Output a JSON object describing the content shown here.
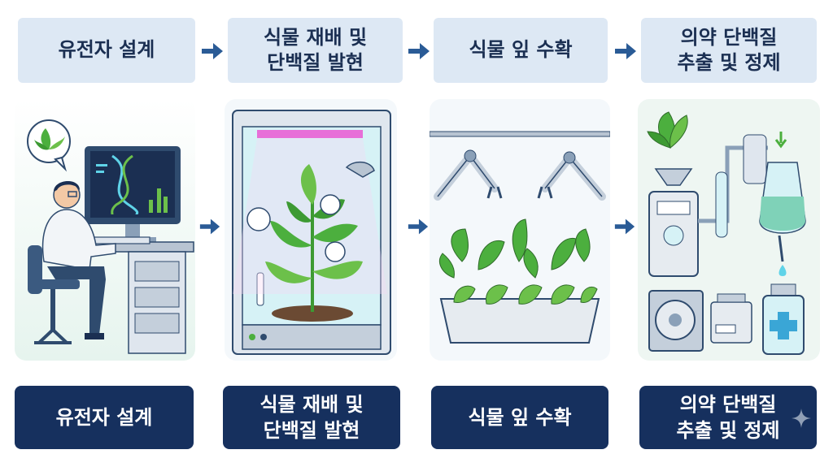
{
  "steps": [
    {
      "title": "유전자 설계",
      "caption": "유전자 설계"
    },
    {
      "title": "식물 재배 및\n단백질 발현",
      "caption": "식물 재배 및\n단백질 발현"
    },
    {
      "title": "식물 잎 수확",
      "caption": "식물 잎 수확"
    },
    {
      "title": "의약 단백질\n추출 및 정제",
      "caption": "의약 단백질\n추출 및 정제"
    }
  ],
  "icons": {
    "panel1": [
      "dna-icon",
      "scientist-icon",
      "computer-icon",
      "leaf-bubble-icon"
    ],
    "panel2": [
      "grow-chamber-icon",
      "plant-icon",
      "grow-light-icon"
    ],
    "panel3": [
      "robot-arm-icon",
      "planter-icon"
    ],
    "panel4": [
      "extraction-machine-icon",
      "medicine-bottle-icon"
    ]
  },
  "colors": {
    "top_bg": "#dde8f4",
    "bottom_bg": "#16305e",
    "arrow": "#2a5b96",
    "leaf": "#4caf3e"
  }
}
